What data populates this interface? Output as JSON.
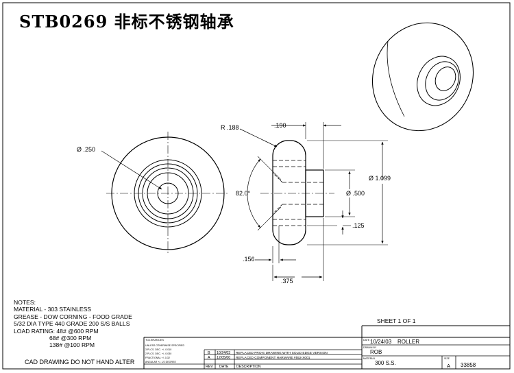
{
  "title": "STB0269  非标不锈钢轴承",
  "dimensions": {
    "bore_dia": "Ø .250",
    "radius": "R .188",
    "width_top": ".190",
    "outer_dia": "Ø 1.099",
    "hub_dia": "Ø .500",
    "angle": "82.0°",
    "offset_125": ".125",
    "offset_156": ".156",
    "width_375": ".375"
  },
  "notes": {
    "heading": "NOTES:",
    "lines": [
      "MATERIAL - 303 STAINLESS",
      "GREASE - DOW CORNING - FOOD GRADE",
      "5/32 DIA TYPE 440 GRADE 200 S/S BALLS",
      "LOAD RATING: 48# @600 RPM"
    ],
    "extra_lines": [
      "68# @300 RPM",
      "138# @100 RPM"
    ],
    "cad_note": "CAD DRAWING DO NOT HAND ALTER"
  },
  "sheet": "SHEET 1 OF 1",
  "tolerance_block": {
    "heading": "TOLERANCES",
    "lines": [
      "UNLESS OTHERWISE SPECIFIED",
      "3 PLCS. DEC. +/- 0.010",
      "2 PLCS. DEC. +/- 0.030",
      "FRACTIONAL +/- 1/32",
      "ANGULAR +/- 1/2 DEGREE"
    ]
  },
  "revisions": [
    {
      "rev": "B",
      "date": "10/24/03",
      "description": "REPLACED PRO-E DRAWING WITH SOLID EDGE VERSION"
    },
    {
      "rev": "A",
      "date": "12/05/00",
      "description": "REPLACED COMPONENT HARMARE #552-X001"
    }
  ],
  "revision_headers": {
    "rev": "REV",
    "date": "DATE",
    "description": "DESCRIPTION"
  },
  "title_block": {
    "date_label": "DATE",
    "date": "10/24/03",
    "part_name": "ROLLER",
    "drawn_label": "DRAWN BY",
    "drawn_by": "ROB",
    "material_label": "MATERIAL",
    "material": "300 S.S.",
    "size_label": "SIZE",
    "size": "A",
    "dwg_no": "33858"
  },
  "colors": {
    "ink": "#000000",
    "paper": "#ffffff"
  }
}
